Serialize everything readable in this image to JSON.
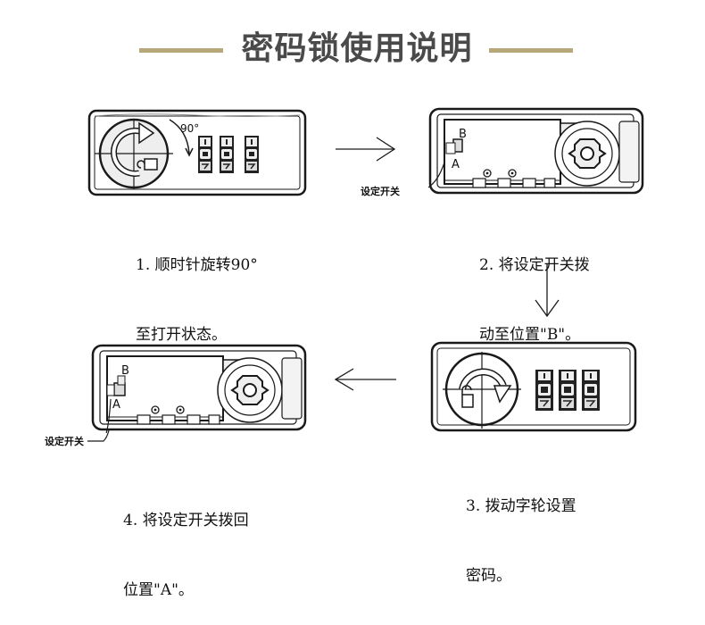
{
  "title": "密码锁使用说明",
  "colors": {
    "title_line": "#b7a879",
    "title_text": "#4a4a4a",
    "line_art": "#1a1a1a"
  },
  "steps": [
    {
      "number": 1,
      "caption_line1": "1. 顺时针旋转90°",
      "caption_line2": "至打开状态。",
      "angle_label": "90°",
      "view": "front",
      "rotation": "clockwise-90"
    },
    {
      "number": 2,
      "caption_line1": "2. 将设定开关拨",
      "caption_line2": "动至位置\"B\"。",
      "callout": "设定开关",
      "switch_position": "B",
      "label_a": "A",
      "label_b": "B",
      "view": "inside"
    },
    {
      "number": 3,
      "caption_line1": "3. 拨动字轮设置",
      "caption_line2": "密码。",
      "view": "front",
      "rotation": "open"
    },
    {
      "number": 4,
      "caption_line1": "4. 将设定开关拨回",
      "caption_line2": "位置\"A\"。",
      "callout": "设定开关",
      "switch_position": "A",
      "label_a": "A",
      "label_b": "B",
      "view": "inside"
    }
  ],
  "flow_arrows": [
    {
      "from": 1,
      "to": 2,
      "direction": "right"
    },
    {
      "from": 2,
      "to": 3,
      "direction": "down"
    },
    {
      "from": 3,
      "to": 4,
      "direction": "left"
    }
  ]
}
